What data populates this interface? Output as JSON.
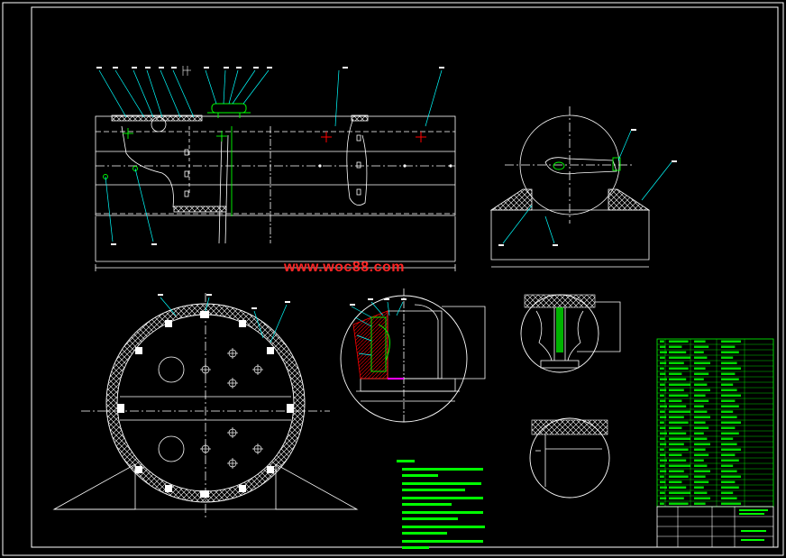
{
  "watermark": {
    "text": "www.woc88.com"
  },
  "colors": {
    "background": "#000000",
    "line": "#ffffff",
    "leader": "#00ffff",
    "accent": "#00ff00",
    "watermark": "#ff2424",
    "hatch": "#ff0000",
    "section_mark": "#ff00ff"
  },
  "panels": [
    "main-elevation",
    "end-view-top-right",
    "end-view-section",
    "nozzle-detail",
    "support-detail",
    "weld-detail",
    "parts-list-table",
    "title-block",
    "technical-notes"
  ]
}
